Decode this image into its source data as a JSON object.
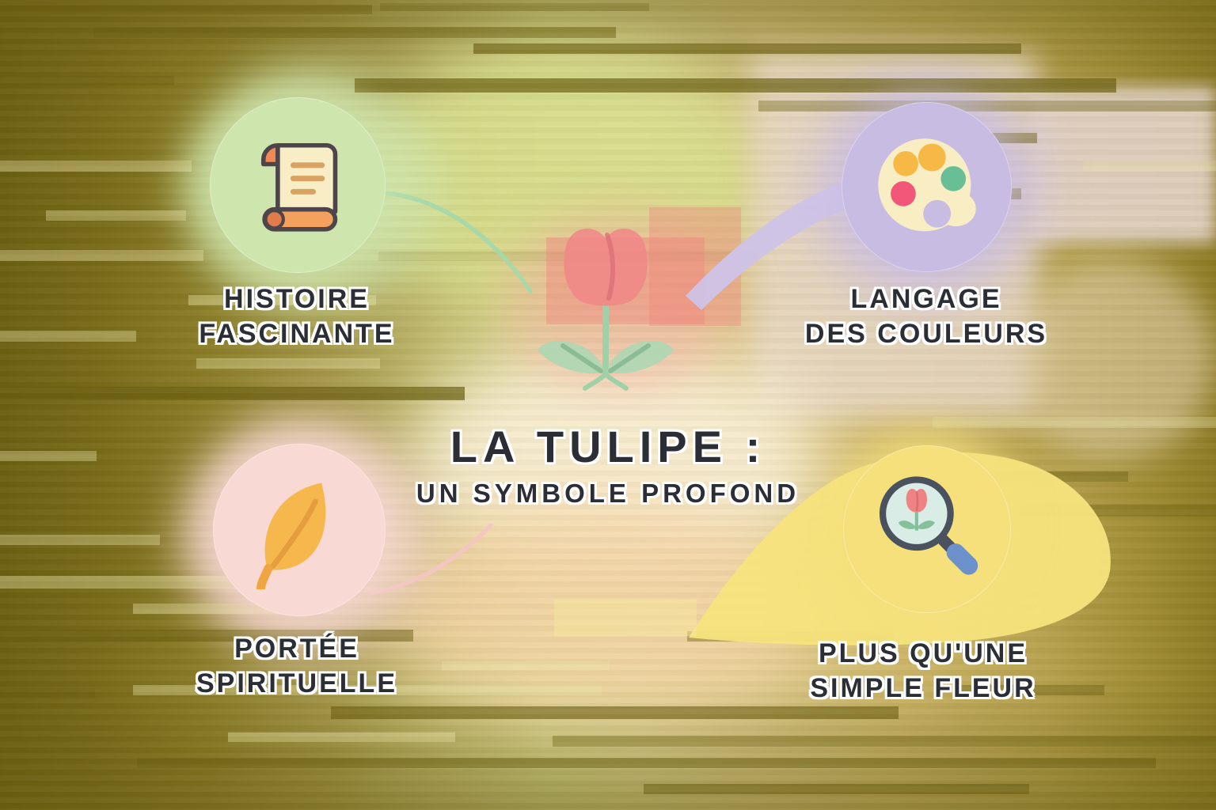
{
  "infographic": {
    "title_line1": "LA TULIPE :",
    "title_line2": "UN SYMBOLE PROFOND"
  },
  "nodes": [
    {
      "id": "histoire-fascinante",
      "icon": "scroll-icon",
      "label_line1": "HISTOIRE",
      "label_line2": "FASCINANTE",
      "circle_color": "#cfe5ae"
    },
    {
      "id": "langage-des-couleurs",
      "icon": "palette-icon",
      "label_line1": "LANGAGE",
      "label_line2": "DES COULEURS",
      "circle_color": "#c8bce2"
    },
    {
      "id": "portee-spirituelle",
      "icon": "leaf-icon",
      "label_line1": "PORTÉE",
      "label_line2": "SPIRITUELLE",
      "circle_color": "#f8d9d3"
    },
    {
      "id": "plus-quune-simple-fleur",
      "icon": "magnifier-tulip-icon",
      "label_line1": "PLUS QU'UNE",
      "label_line2": "SIMPLE FLEUR",
      "circle_color": "#f5e07c"
    }
  ],
  "center": {
    "illustration": "tulip-icon",
    "tulip_color": "#f08888",
    "leaf_color": "#afd7b3",
    "stem_color": "#9fd0a8"
  },
  "text_style": {
    "color": "#2b2e35",
    "outline": "#ffffff"
  }
}
